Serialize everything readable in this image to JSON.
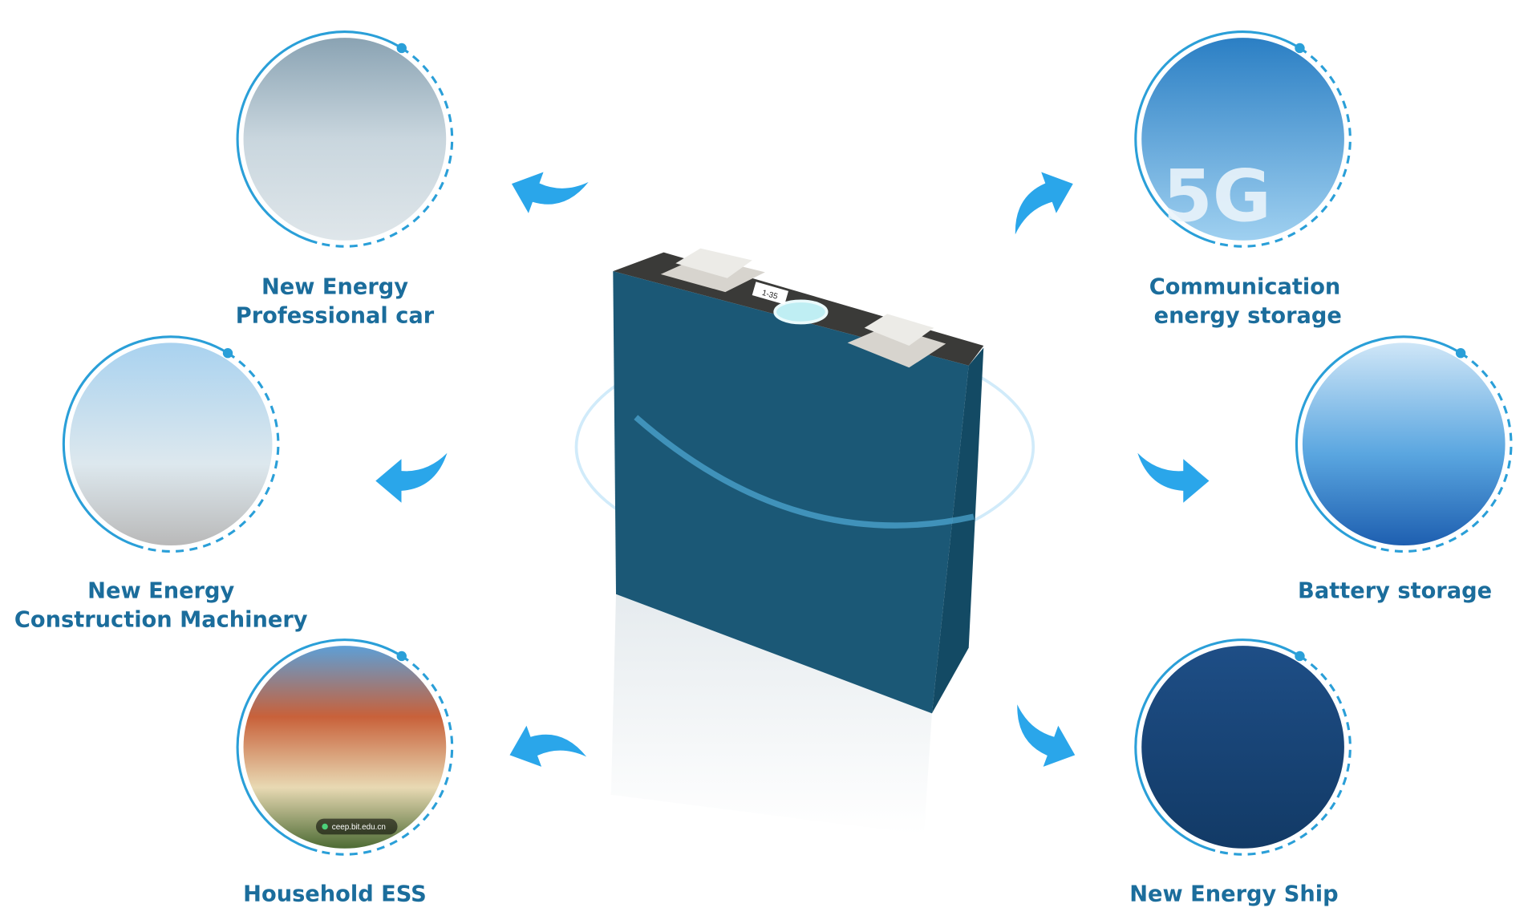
{
  "center_product": {
    "label_text": "1-35",
    "icon": "prismatic-battery-cell"
  },
  "applications": [
    {
      "id": "car",
      "lines": [
        "New Energy",
        "Professional car"
      ],
      "icon": "sports-car-photo"
    },
    {
      "id": "comm",
      "lines": [
        "Communication",
        "energy storage"
      ],
      "icon": "5g-antenna-photo"
    },
    {
      "id": "machinery",
      "lines": [
        "New Energy",
        "Construction Machinery"
      ],
      "icon": "wheel-loader-photo"
    },
    {
      "id": "storage",
      "lines": [
        "Battery storage"
      ],
      "icon": "storage-cabinet-photo"
    },
    {
      "id": "household",
      "lines": [
        "Household ESS"
      ],
      "icon": "solar-house-photo"
    },
    {
      "id": "ship",
      "lines": [
        "New Energy Ship"
      ],
      "icon": "solar-ship-photo"
    }
  ],
  "watermark": "ceep.bit.edu.cn",
  "photo_badge": "5G",
  "colors": {
    "ring": "#2a9fd8",
    "arrow": "#2aa6ea",
    "label": "#1b6d9c",
    "battery": "#1b5876",
    "battery_top": "#3a3a38"
  }
}
